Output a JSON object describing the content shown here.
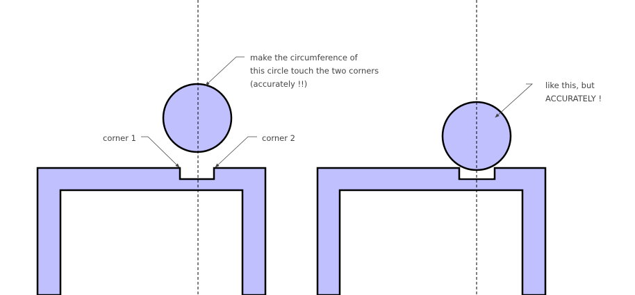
{
  "colors": {
    "fill": "#c0c0ff",
    "stroke": "#000000",
    "text": "#444444"
  },
  "left_figure": {
    "annotation_lines": [
      "make the circumference of",
      "this circle touch the two corners",
      "(accurately !!)"
    ],
    "corner1_label": "corner 1",
    "corner2_label": "corner 2"
  },
  "right_figure": {
    "annotation_lines": [
      "like this, but",
      "ACCURATELY !"
    ]
  }
}
